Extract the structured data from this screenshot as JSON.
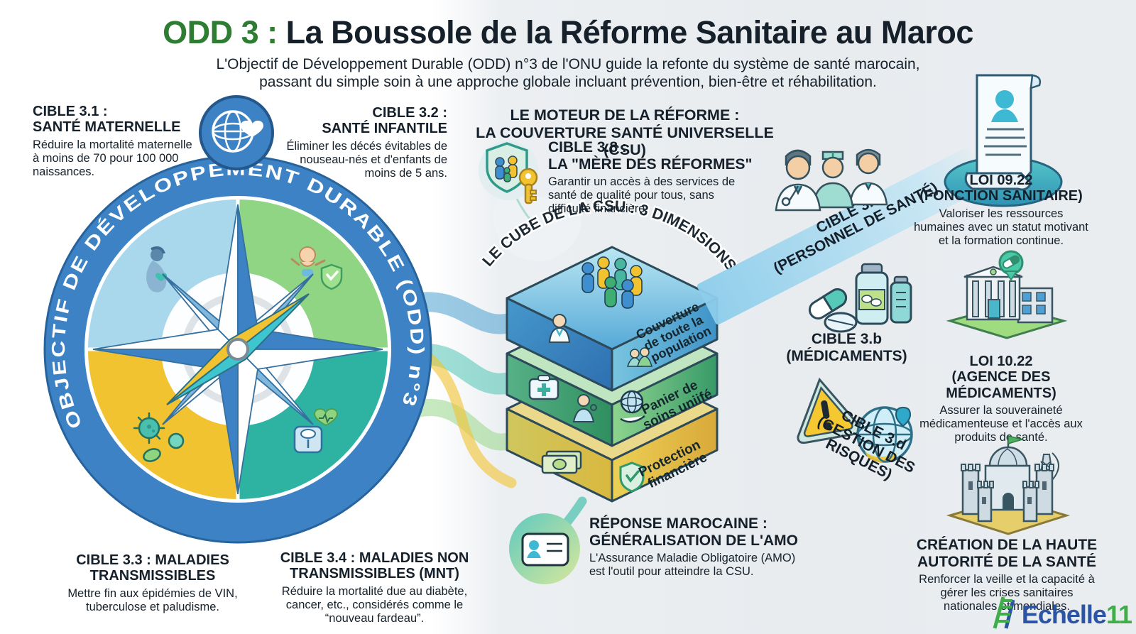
{
  "header": {
    "title_prefix": "ODD 3 :",
    "title_main": " La Boussole de la Réforme Sanitaire au Maroc",
    "subtitle_line1": "L'Objectif de Développement Durable (ODD) n°3 de l'ONU guide la refonte du système de santé marocain,",
    "subtitle_line2": "passant du simple soin à une approche globale incluant prévention, bien-être et réhabilitation."
  },
  "compass": {
    "ring_text": "OBJECTIF DE DÉVELOPPEMENT DURABLE (ODD) n°3",
    "cible31": {
      "title1": "CIBLE 3.1 :",
      "title2": "SANTÉ MATERNELLE",
      "body": "Réduire la mortalité maternelle à moins de 70 pour 100 000 naissances."
    },
    "cible32": {
      "title1": "CIBLE 3.2 :",
      "title2": "SANTÉ INFANTILE",
      "body": "Éliminer les décés évitables de nouseau-nés et d'enfants de moins de 5 ans."
    },
    "cible33": {
      "title1": "CIBLE 3.3 : MALADIES",
      "title2": "TRANSMISSIBLES",
      "body": "Mettre fin aux épidémies de VIN, tuberculose et paludisme."
    },
    "cible34": {
      "title1": "CIBLE 3.4 : MALADIES NON",
      "title2": "TRANSMISSIBLES (MNT)",
      "body": "Réduire la mortalité due au diabète, cancer, etc., considérés comme le “nouveau fardeau”."
    }
  },
  "csu": {
    "header1": "LE MOTEUR DE LA RÉFORME :",
    "header2": "LA COUVERTURE SANTÉ UNIVERSELLE (CSU)",
    "cible38": {
      "title1": "CIBLE 3.8 :",
      "title2": "LA \"MÈRE DES RÉFORMES\"",
      "body": "Garantir un accès à des services de santé de qualité pour tous, sans difficulté financière."
    },
    "cube_title": "LE CUBE DE LA CSU : 3 DIMENSIONS",
    "dims": [
      {
        "lines": [
          "Couverture",
          "de toute la",
          "population"
        ]
      },
      {
        "lines": [
          "Panier de",
          "soins uniifé",
          ""
        ]
      },
      {
        "lines": [
          "Protection",
          "financière",
          ""
        ]
      }
    ]
  },
  "amo": {
    "title1": "RÉPONSE MAROCAINE :",
    "title2": "GÉNÉRALISATION DE L'AMO",
    "body": "L'Assurance Maladie Obligatoire (AMO) est l'outil pour atteindre la CSU."
  },
  "right": {
    "cible3c": {
      "line1": "CIBLE 3.c",
      "line2": "(PERSONNEL DE SANTÉ)"
    },
    "loi0922": {
      "title1": "LOI 09.22",
      "title2": "(FONCTION SANITAIRE)",
      "body": "Valoriser les ressources humaines avec un statut motivant et la formation continue."
    },
    "cible3b": {
      "line1": "CIBLE 3.b",
      "line2": "(MÉDICAMENTS)"
    },
    "loi1022": {
      "title1": "LOI 10.22",
      "title2": "(AGENCE DES MÉDICAMENTS)",
      "body": "Assurer la souveraineté médicamenteuse et l'accès aux produits de santé."
    },
    "cible3d": {
      "line1": "CIBLE 3.d",
      "line2": "(GESTION DES RISQUES)"
    },
    "haute_autorite": {
      "title1": "CRÉATION DE LA HAUTE",
      "title2": "AUTORITÉ DE LA SANTÉ",
      "body": "Renforcer la veille et la capacité à gérer les crises sanitaires nationales et mondiales."
    }
  },
  "watermark": {
    "brand": "Echelle",
    "number": "11"
  },
  "colors": {
    "accent_green": "#2e7d33",
    "ring_blue": "#3d82c4",
    "quadrant_blue": "#a9d8ec",
    "quadrant_green": "#90d583",
    "quadrant_yellow": "#f2c330",
    "quadrant_teal": "#2eb3a2",
    "panel_bg": "#e8ecef"
  }
}
